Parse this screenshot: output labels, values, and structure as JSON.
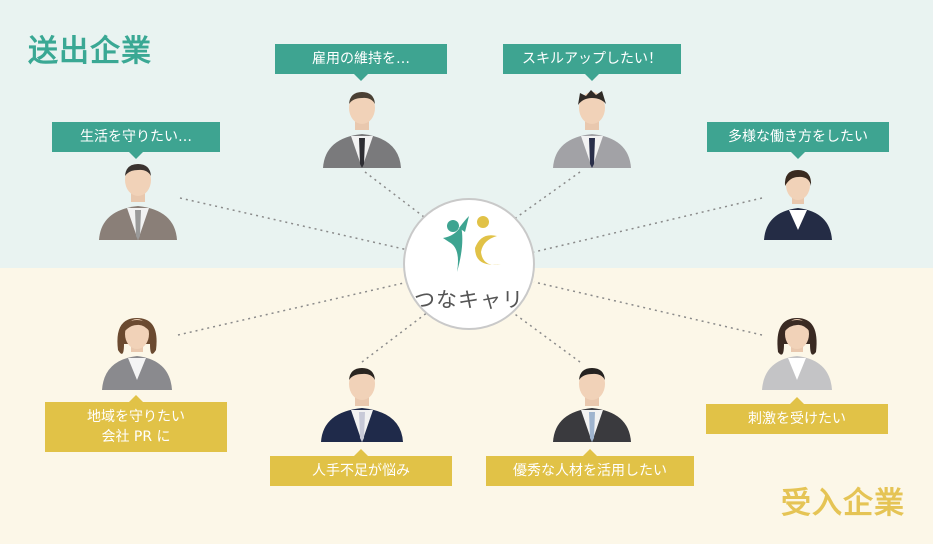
{
  "titles": {
    "top": "送出企業",
    "bottom": "受入企業"
  },
  "hub": {
    "name": "つなキャリ"
  },
  "top_bubbles": [
    {
      "text": "雇用の維持を…"
    },
    {
      "text": "スキルアップしたい！"
    },
    {
      "text": "生活を守りたい…"
    },
    {
      "text": "多様な働き方をしたい"
    }
  ],
  "bottom_bubbles": [
    {
      "line1": "地域を守りたい",
      "line2": "会社 PR に"
    },
    {
      "text": "人手不足が悩み"
    },
    {
      "text": "優秀な人材を活用したい"
    },
    {
      "text": "刺激を受けたい"
    }
  ],
  "colors": {
    "teal": "#3ea491",
    "gold": "#e1c247",
    "band_top": "#e9f3f1",
    "band_bottom": "#fcf7e8"
  }
}
